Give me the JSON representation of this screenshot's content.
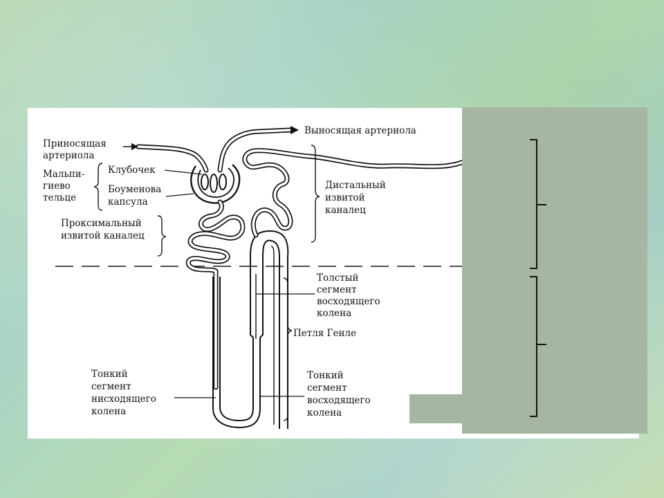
{
  "labels": {
    "afferent_1": "Приносящая",
    "afferent_2": "артериола",
    "efferent": "Выносящая артериола",
    "malpighian_1": "Мальпи-",
    "malpighian_2": "гиево",
    "malpighian_3": "тельце",
    "glomerulus": "Клубочек",
    "bowman_1": "Боуменова",
    "bowman_2": "капсула",
    "proximal_1": "Проксимальный",
    "proximal_2": "извитой каналец",
    "distal_1": "Дистальный",
    "distal_2": "извитой",
    "distal_3": "каналец",
    "thick_1": "Толстый",
    "thick_2": "сегмент",
    "thick_3": "восходящего",
    "thick_4": "колена",
    "henle": "Петля Генле",
    "thin_desc_1": "Тонкий",
    "thin_desc_2": "сегмент",
    "thin_desc_3": "нисходящего",
    "thin_desc_4": "колена",
    "thin_asc_1": "Тонкий",
    "thin_asc_2": "сегмент",
    "thin_asc_3": "восходящего",
    "thin_asc_4": "колена"
  }
}
